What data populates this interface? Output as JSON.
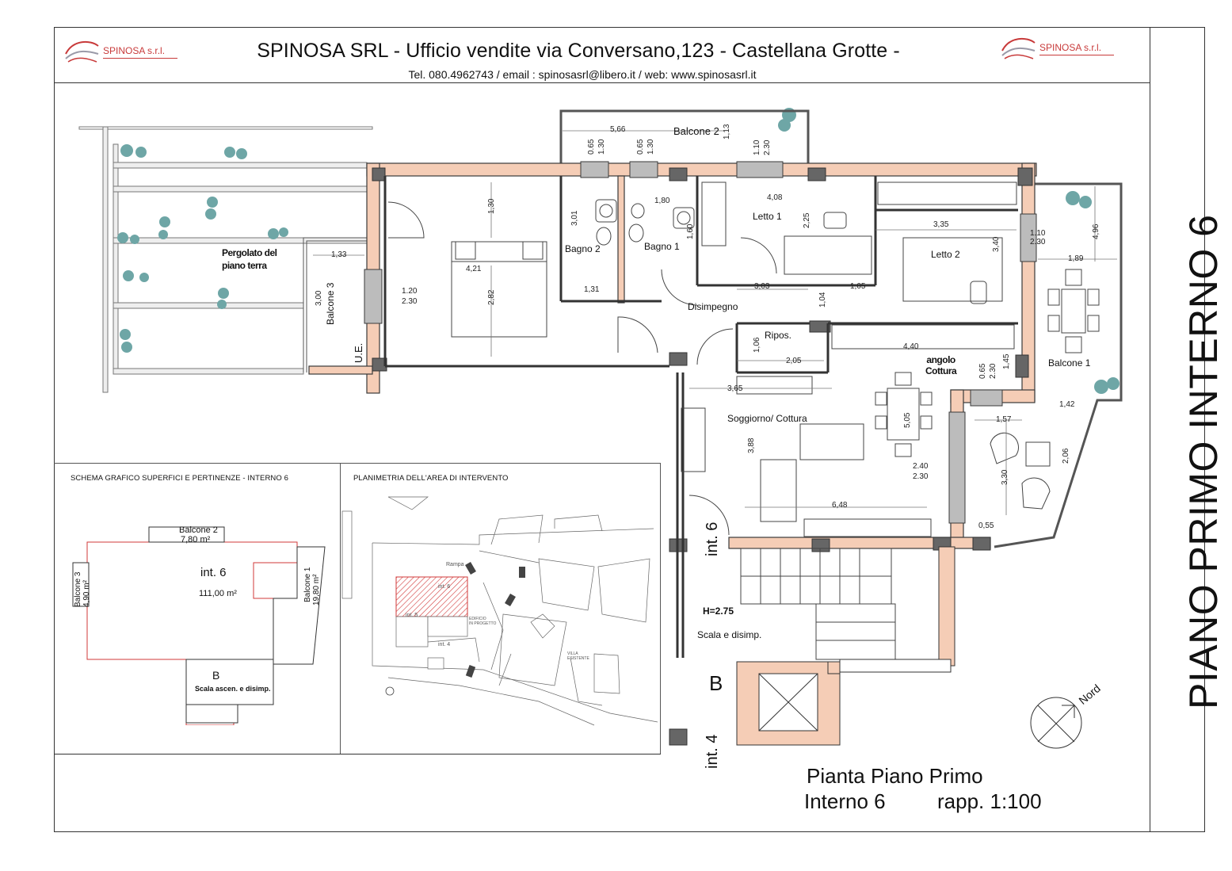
{
  "header": {
    "title": "SPINOSA SRL - Ufficio vendite via Conversano,123 - Castellana Grotte -",
    "contacts": "Tel. 080.4962743  /  email : spinosasrl@libero.it  / web: www.spinosasrl.it",
    "logo_text": "SPINOSA s.r.l."
  },
  "side_title": "PIANO PRIMO INTERNO 6",
  "rooms": {
    "balcone2": "Balcone 2",
    "letto1": "Letto 1",
    "letto2": "Letto 2",
    "bagno1": "Bagno 1",
    "bagno2": "Bagno 2",
    "disimpegno": "Disimpegno",
    "ripos": "Ripos.",
    "angolo_cottura": "angolo\nCottura",
    "soggiorno": "Soggiorno/ Cottura",
    "balcone1": "Balcone 1",
    "balcone3": "Balcone 3",
    "pergolato": "Pergolato del\npiano terra",
    "ue": "U.E.",
    "scala": "Scala e disimp.",
    "h": "H=2.75",
    "int6": "int. 6",
    "int4": "int. 4",
    "b": "B",
    "nord": "Nord"
  },
  "dimensions": {
    "d_566": "5,66",
    "d_113": "1,13",
    "d_065a": "0.65",
    "d_130a": "1.30",
    "d_065b": "0.65",
    "d_130b": "1.30",
    "d_110a": "1.10",
    "d_230a": "2.30",
    "d_130c": "1,30",
    "d_180": "1,80",
    "d_408": "4,08",
    "d_301": "3,01",
    "d_160": "1,60",
    "d_225": "2,25",
    "d_335": "3,35",
    "d_340": "3,40",
    "d_110b": "1.10",
    "d_230b": "2.30",
    "d_496": "4,96",
    "d_189": "1,89",
    "d_133": "1,33",
    "d_300": "3,00",
    "d_120": "1.20",
    "d_230c": "2.30",
    "d_421": "4,21",
    "d_282": "2,82",
    "d_131": "1,31",
    "d_303": "3,03",
    "d_104": "1,04",
    "d_105": "1,05",
    "d_106": "1,06",
    "d_205": "2,05",
    "d_440": "4,40",
    "d_065c": "0.65",
    "d_230d": "2.30",
    "d_145": "1,45",
    "d_365": "3,65",
    "d_505": "5,05",
    "d_142": "1,42",
    "d_157": "1,57",
    "d_206": "2,06",
    "d_388": "3,88",
    "d_240": "2.40",
    "d_230e": "2.30",
    "d_330": "3,30",
    "d_648": "6,48",
    "d_055": "0,55"
  },
  "schema": {
    "caption": "SCHEMA GRAFICO SUPERFICI E PERTINENZE - INTERNO 6",
    "balcone2": "Balcone 2",
    "balcone2_area": "7,80 m²",
    "int": "int. 6",
    "int_area": "111,00 m²",
    "balcone3": "Balcone 3",
    "balcone3_area": "4,90 m²",
    "balcone1": "Balcone 1",
    "balcone1_area": "19,80 m²",
    "b": "B",
    "b_desc": "Scala ascen. e disimp."
  },
  "planimetria": {
    "caption": "PLANIMETRIA DELL'AREA DI INTERVENTO",
    "int6": "int. 6",
    "int5": "int. 5",
    "int4": "int. 4",
    "rampa": "Rampa",
    "edificio": "EDIFICIO\nIN PROGETTO",
    "villa": "VILLA\nESISTENTE"
  },
  "footer": {
    "line1": "Pianta Piano Primo",
    "line2_a": "Interno 6",
    "line2_b": "rapp. 1:100"
  },
  "colors": {
    "wall_fill": "#f5cdb6",
    "wall_stroke": "#3a3a3a",
    "window_fill": "#bcbcbc",
    "plant": "#6ea6a6",
    "red": "#d23a3a"
  }
}
